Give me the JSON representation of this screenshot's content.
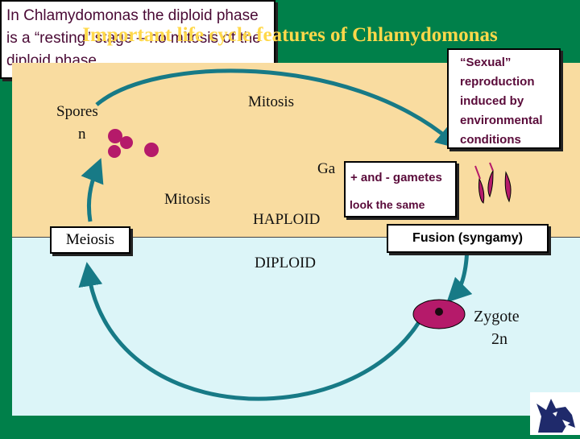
{
  "title": "Important life cycle features of Chlamydomonas",
  "labels": {
    "spores": "Spores",
    "spores_ploidy": "n",
    "mitosis_top": "Mitosis",
    "mitosis_left": "Mitosis",
    "gametes_partial": "Ga",
    "haploid": "HAPLOID",
    "diploid": "DIPLOID",
    "meiosis": "Meiosis",
    "zygote": "Zygote",
    "zygote_ploidy": "2n"
  },
  "sexual_box": {
    "line1": "“Sexual”",
    "line2": "reproduction",
    "line3": "induced by",
    "line4": "environmental",
    "line5": "conditions"
  },
  "gametes_box": {
    "line1_sign": "+ and - gametes",
    "line2": "look the same"
  },
  "fusion_box": "Fusion (syngamy)",
  "note": "In Chlamydomonas the diploid phase is a “resting” stage – no mitosis of the diploid phase",
  "colors": {
    "background": "#00804a",
    "title": "#ffd84a",
    "haploid_zone": "#f9dca0",
    "diploid_zone": "#dcf5f8",
    "arrow": "#177a86",
    "cell": "#b51a6a"
  },
  "icons": [
    "cycle-arrow-icon",
    "spore-cell-icon",
    "gamete-cell-icon",
    "zygote-cell-icon",
    "wolf-logo-icon"
  ]
}
